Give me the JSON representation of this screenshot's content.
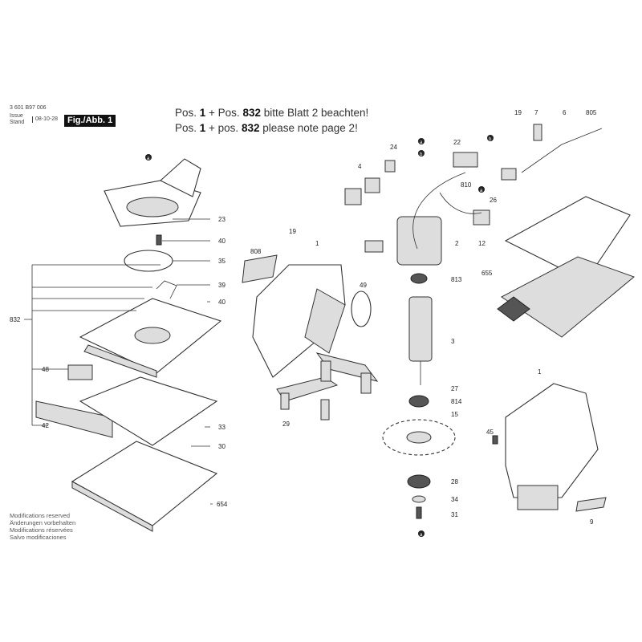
{
  "header": {
    "part_number": "3 601 B97 006",
    "issue_label": "Issue",
    "stand_label": "Stand",
    "date": "08-10-28",
    "figure": "Fig./Abb. 1"
  },
  "notes": {
    "de": {
      "prefix": "Pos. ",
      "p1": "1",
      "mid": " + Pos. ",
      "p2": "832",
      "suffix": " bitte Blatt 2 beachten!"
    },
    "en": {
      "prefix": "Pos. ",
      "p1": "1",
      "mid": " + pos. ",
      "p2": "832",
      "suffix": " please note page 2!"
    }
  },
  "footer": [
    "Modifications reserved",
    "Änderungen vorbehalten",
    "Modifications réservées",
    "Salvo modificaciones"
  ],
  "labels": [
    "23",
    "40",
    "35",
    "39",
    "40",
    "33",
    "30",
    "654",
    "832",
    "48",
    "42",
    "808",
    "19",
    "1",
    "49",
    "29",
    "4",
    "24",
    "22",
    "810",
    "2",
    "813",
    "3",
    "27",
    "814",
    "15",
    "28",
    "34",
    "31",
    "12",
    "26",
    "19",
    "7",
    "6",
    "805",
    "655",
    "1",
    "45",
    "9"
  ],
  "markers": [
    "a",
    "b",
    "a",
    "b",
    "a",
    "a"
  ]
}
